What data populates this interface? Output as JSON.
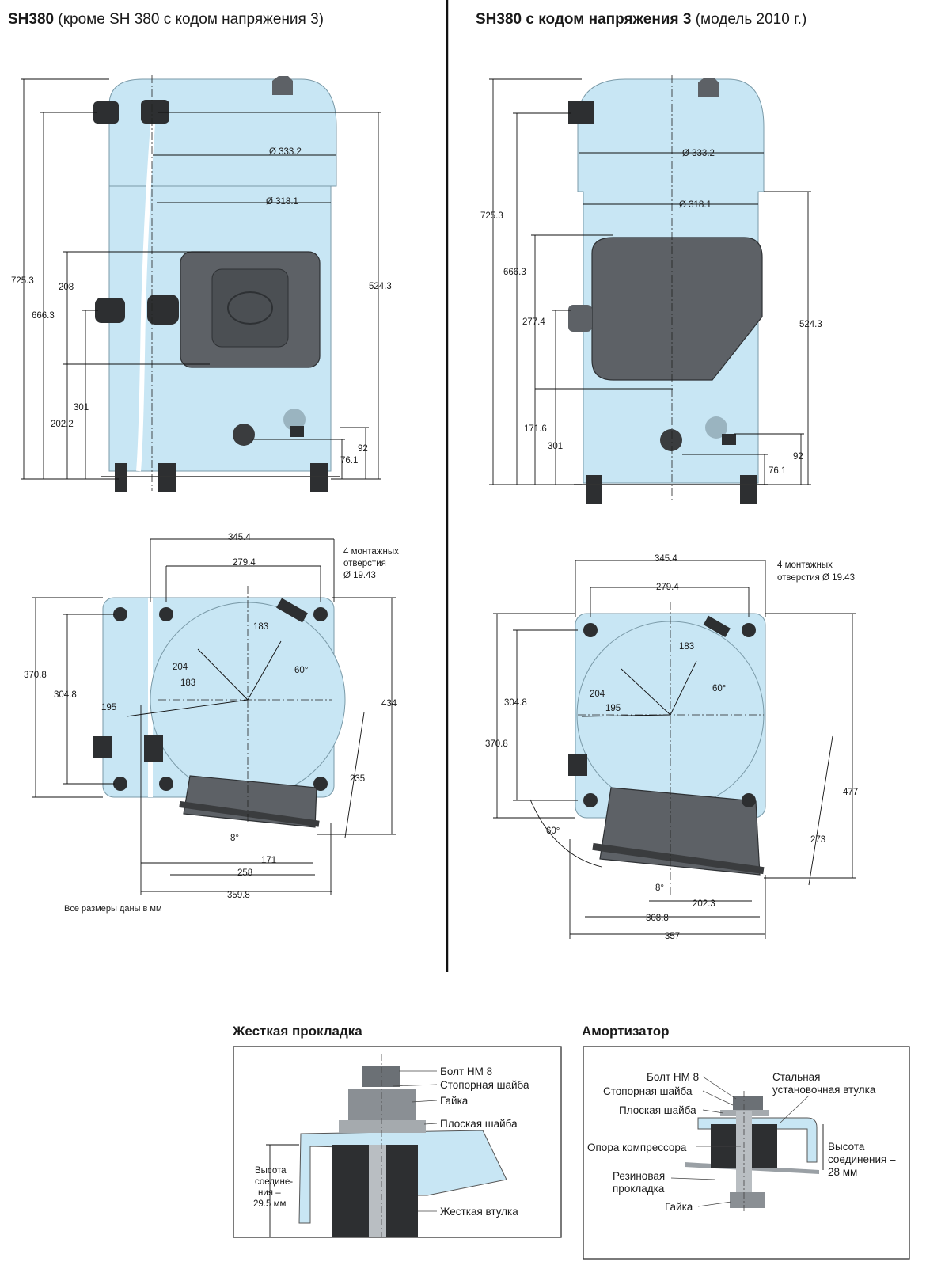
{
  "left": {
    "title_bold": "SH380",
    "title_rest": " (кроме SH 380 с кодом напряжения 3)",
    "side": {
      "h725": "725.3",
      "h666": "666.3",
      "h208": "208",
      "h2022": "202.2",
      "h301": "301",
      "d3332": "Ø 333.2",
      "d3181": "Ø 318.1",
      "h5243": "524.3",
      "h92": "92",
      "h761": "76.1"
    },
    "top": {
      "w3454": "345.4",
      "w2794": "279.4",
      "holes1": "4 монтажных",
      "holes2": "отверстия",
      "holes3": "Ø 19.43",
      "r183a": "183",
      "r204": "204",
      "r183b": "183",
      "r195": "195",
      "a60": "60°",
      "h3708": "370.8",
      "h3048": "304.8",
      "h434": "434",
      "h235": "235",
      "a8": "8°",
      "w171": "171",
      "w258": "258",
      "w3598": "359.8"
    },
    "note": "Все размеры даны в мм"
  },
  "right": {
    "title_bold": "SH380 с кодом напряжения 3",
    "title_rest": " (модель 2010 г.)",
    "side": {
      "h725": "725.3",
      "h666": "666.3",
      "h2774": "277.4",
      "h1716": "171.6",
      "h301": "301",
      "d3332": "Ø 333.2",
      "d3181": "Ø 318.1",
      "h5243": "524.3",
      "h92": "92",
      "h761": "76.1"
    },
    "top": {
      "w3454": "345.4",
      "w2794": "279.4",
      "holes1": "4 монтажных",
      "holes2": "отверстия Ø 19.43",
      "r183": "183",
      "r204": "204",
      "r195": "195",
      "a60a": "60°",
      "a60b": "60°",
      "h3048": "304.8",
      "h3708": "370.8",
      "h477": "477",
      "h273": "273",
      "a8": "8°",
      "w2023": "202.3",
      "w3088": "308.8",
      "w357": "357"
    }
  },
  "rigid": {
    "title": "Жесткая прокладка",
    "bolt": "Болт HM 8",
    "lockwasher": "Стопорная шайба",
    "nut": "Гайка",
    "flatwasher": "Плоская шайба",
    "sleeve": "Жесткая втулка",
    "height1": "Высота",
    "height2": "соедине-",
    "height3": "ния –",
    "height4": "29.5 мм"
  },
  "damper": {
    "title": "Амортизатор",
    "bolt": "Болт HM 8",
    "lockwasher": "Стопорная шайба",
    "flatwasher": "Плоская шайба",
    "support": "Опора компрессора",
    "rubber1": "Резиновая",
    "rubber2": "прокладка",
    "nut": "Гайка",
    "steel1": "Стальная",
    "steel2": "установочная втулка",
    "height1": "Высота",
    "height2": "соединения –",
    "height3": "28 мм"
  },
  "colors": {
    "body": "#c8e6f4",
    "box": "#5d6166",
    "text": "#1a1a1a"
  }
}
